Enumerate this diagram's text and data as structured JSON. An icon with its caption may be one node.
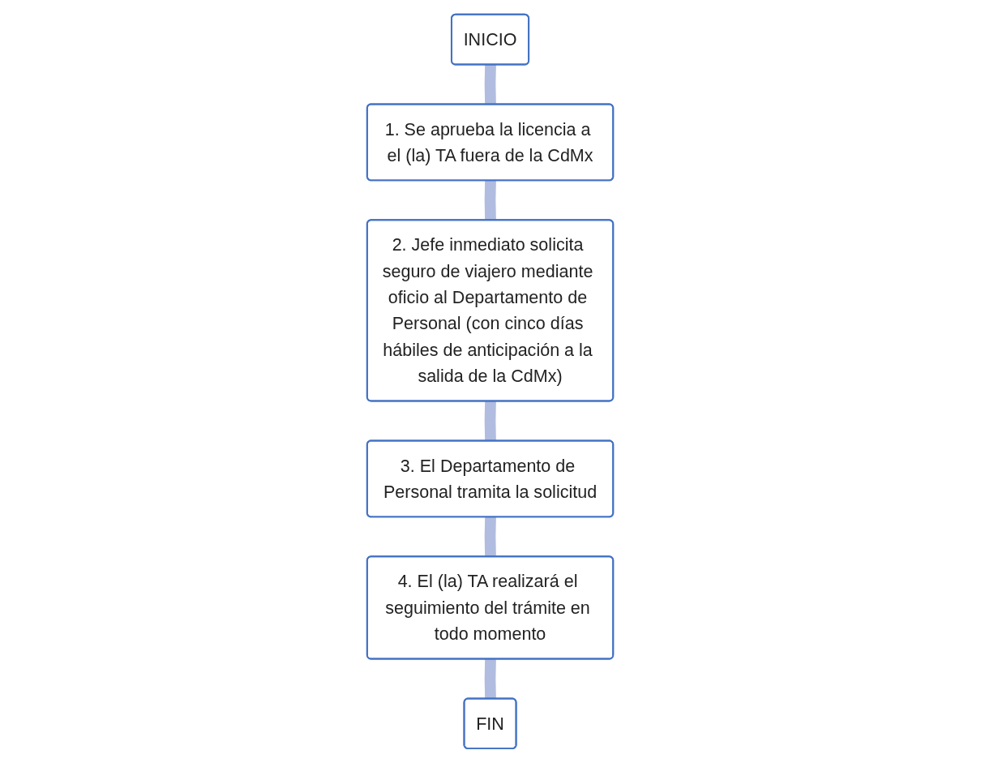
{
  "diagram": {
    "nodes": [
      {
        "text": [
          "INICIO"
        ]
      },
      {
        "text": [
          "1. Se aprueba la licencia a el (la) TA fuera de la CdMx"
        ]
      },
      {
        "text": [
          "2. Jefe inmediato solicita seguro de viajero mediante oficio al Departamento de Personal (con cinco días hábiles de anticipación a la salida de la CdMx)"
        ]
      },
      {
        "text": [
          "3. El Departamento de Personal tramita la solicitud"
        ]
      },
      {
        "text": [
          "4. El (la) TA realizará el seguimiento del trámite en todo momento"
        ]
      },
      {
        "text": [
          "FIN"
        ]
      }
    ],
    "edges": [
      {
        "from": 0,
        "to": 1,
        "arrow": "none"
      },
      {
        "from": 1,
        "to": 2,
        "arrow": "none"
      },
      {
        "from": 2,
        "to": 3,
        "arrow": "none"
      },
      {
        "from": 3,
        "to": 4,
        "arrow": "none"
      },
      {
        "from": 4,
        "to": 5,
        "arrow": "none"
      }
    ]
  }
}
